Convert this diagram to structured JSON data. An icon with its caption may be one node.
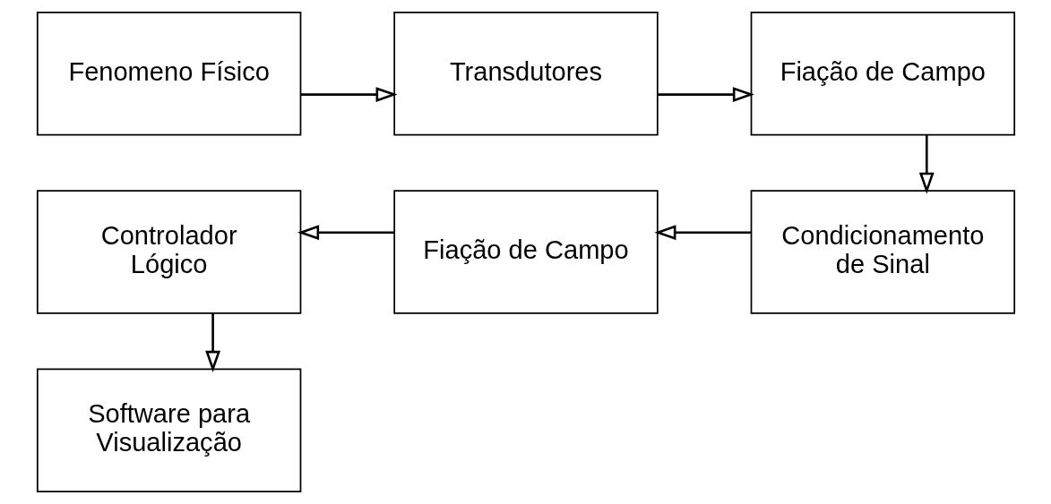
{
  "diagram": {
    "nodes": [
      {
        "text": [
          "Fenomeno Físico"
        ]
      },
      {
        "text": [
          "Transdutores"
        ]
      },
      {
        "text": [
          "Fiação de Campo"
        ]
      },
      {
        "text": [
          "Condicionamento de Sinal"
        ]
      },
      {
        "text": [
          "Fiação de Campo"
        ]
      },
      {
        "text": [
          "Controlador Lógico"
        ]
      },
      {
        "text": [
          "Software para Visualização"
        ]
      }
    ],
    "edges": [
      {
        "from": 0,
        "to": 1,
        "arrow": "to"
      },
      {
        "from": 1,
        "to": 2,
        "arrow": "to"
      },
      {
        "from": 2,
        "to": 3,
        "arrow": "to"
      },
      {
        "from": 3,
        "to": 4,
        "arrow": "to"
      },
      {
        "from": 4,
        "to": 5,
        "arrow": "to"
      },
      {
        "from": 5,
        "to": 6,
        "arrow": "to"
      }
    ]
  }
}
